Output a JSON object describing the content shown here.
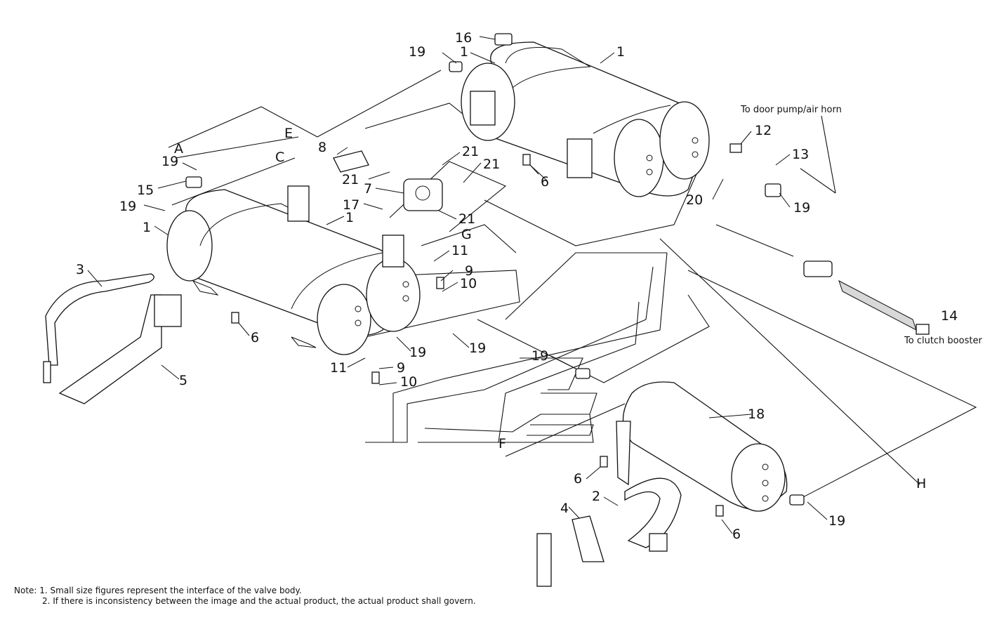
{
  "callouts": {
    "c1a": "1",
    "c1b": "1",
    "c1c": "1",
    "c1d": "1",
    "c2": "2",
    "c3": "3",
    "c4": "4",
    "c5": "5",
    "c6a": "6",
    "c6b": "6",
    "c6c": "6",
    "c6d": "6",
    "c7": "7",
    "c8": "8",
    "c9a": "9",
    "c9b": "9",
    "c10a": "10",
    "c10b": "10",
    "c11a": "11",
    "c11b": "11",
    "c12": "12",
    "c13": "13",
    "c14": "14",
    "c15": "15",
    "c16": "16",
    "c17": "17",
    "c18": "18",
    "c19a": "19",
    "c19b": "19",
    "c19c": "19",
    "c19d": "19",
    "c19e": "19",
    "c19f": "19",
    "c19g": "19",
    "c19h": "19",
    "c20": "20",
    "c21a": "21",
    "c21b": "21",
    "c21c": "21",
    "c21d": "21"
  },
  "letters": {
    "A": "A",
    "C": "C",
    "E": "E",
    "F": "F",
    "G": "G",
    "H": "H"
  },
  "destinations": {
    "door_pump": "To door pump/air horn",
    "clutch_booster": "To clutch booster"
  },
  "notes": {
    "line1": "Note: 1. Small size figures represent the interface of the valve body.",
    "line2": "2. If there is inconsistency between the image and the actual product, the actual product shall govern."
  }
}
